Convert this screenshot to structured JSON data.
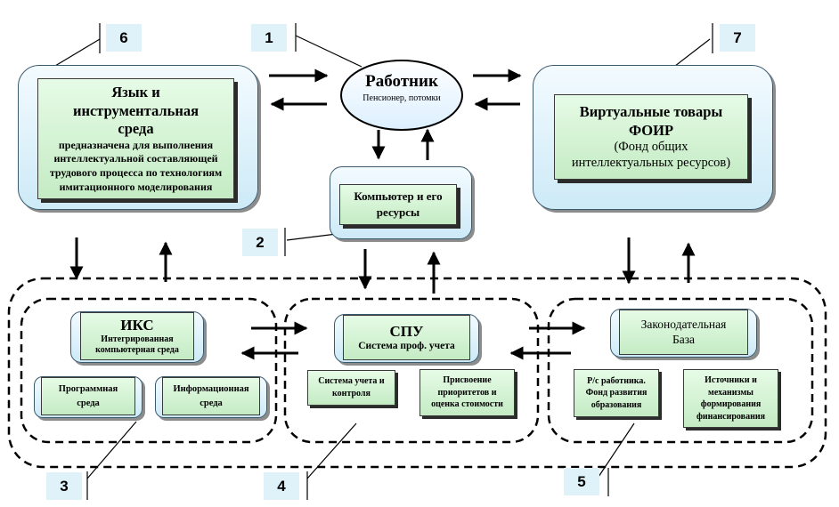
{
  "nodes": {
    "lang_env": {
      "title": "Язык и инструментальная среда",
      "text": "предназначена для выполнения интеллектуальной составляющей трудового процесса по технологиям имитационного моделирования"
    },
    "worker": {
      "title": "Работник",
      "subtitle": "Пенсионер, потомки"
    },
    "virtual_goods": {
      "title": "Виртуальные товары ФОИР",
      "text": "(Фонд общих интеллектуальных ресурсов)"
    },
    "computer": {
      "title": "Компьютер и его ресурсы"
    },
    "iks": {
      "title": "ИКС",
      "subtitle": "Интегрированная компьютерная среда"
    },
    "program_env": {
      "title": "Программная среда"
    },
    "info_env": {
      "title": "Информационная среда"
    },
    "spu": {
      "title": "СПУ",
      "subtitle": "Система проф. учета"
    },
    "accounting": {
      "title": "Система учета и контроля"
    },
    "priority": {
      "title": "Присвоение приоритетов и оценка стоимости"
    },
    "legal_base": {
      "title": "Законодательная База"
    },
    "worker_account": {
      "title": "Р/с работника. Фонд развития образования"
    },
    "financing": {
      "title": "Источники и механизмы формирования финансирования"
    }
  },
  "labels": {
    "n1": "1",
    "n2": "2",
    "n3": "3",
    "n4": "4",
    "n5": "5",
    "n6": "6",
    "n7": "7"
  },
  "colors": {
    "outer_fill_top": "#f3fbff",
    "outer_fill_bottom": "#cdeaf7",
    "inner_fill_top": "#e6fbe6",
    "inner_fill_bottom": "#c4ebc4",
    "label_fill": "#dff2fa",
    "ellipse_fill": "#eef8ff"
  }
}
